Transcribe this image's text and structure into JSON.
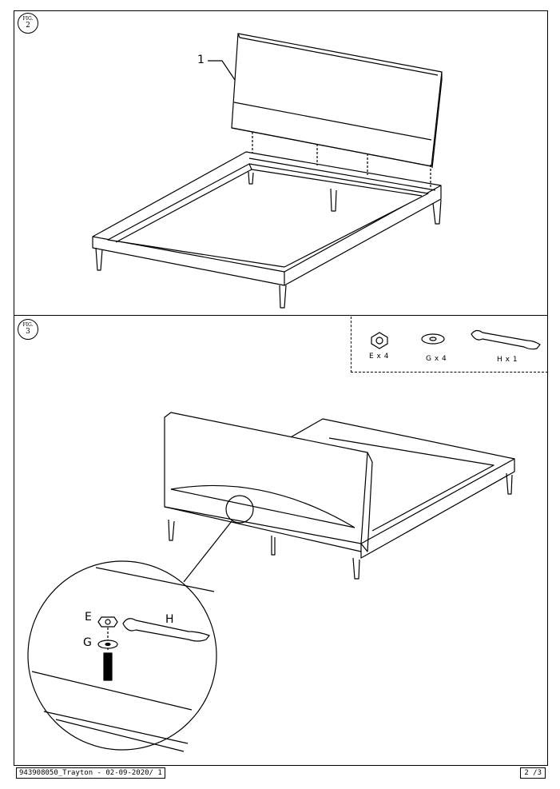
{
  "figures": [
    {
      "word": "FIG.",
      "number": "2"
    },
    {
      "word": "FIG.",
      "number": "3"
    }
  ],
  "fig2": {
    "part_label": "1"
  },
  "hardware": [
    {
      "icon": "hex-nut-icon",
      "label": "E x 4"
    },
    {
      "icon": "washer-icon",
      "label": "G x 4"
    },
    {
      "icon": "wrench-icon",
      "label": "H x 1"
    }
  ],
  "detail": {
    "nut_label": "E",
    "washer_label": "G",
    "wrench_label": "H"
  },
  "footer": {
    "doc_id": "943908050_Trayton - 02-09-2020/ 1",
    "page": "2 /3"
  }
}
